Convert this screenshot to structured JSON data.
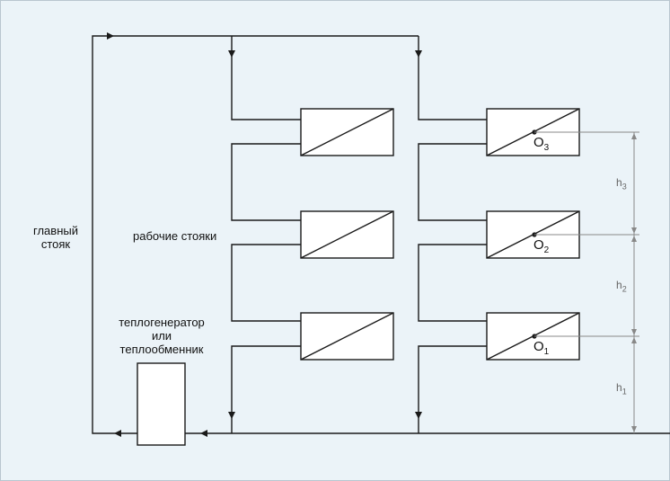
{
  "labels": {
    "main_riser": [
      "главный",
      "стояк"
    ],
    "working_risers": "рабочие стояки",
    "heat_source": [
      "теплогенератор",
      "или",
      "теплообменник"
    ]
  },
  "points": [
    {
      "letter": "O",
      "index": "3"
    },
    {
      "letter": "O",
      "index": "2"
    },
    {
      "letter": "O",
      "index": "1"
    }
  ],
  "heights": [
    {
      "letter": "h",
      "index": "3"
    },
    {
      "letter": "h",
      "index": "2"
    },
    {
      "letter": "h",
      "index": "1"
    }
  ],
  "colors": {
    "background": "#ebf3f8",
    "pipe": "#1a1a1a",
    "dimension": "#888888",
    "box_fill": "#ffffff"
  }
}
